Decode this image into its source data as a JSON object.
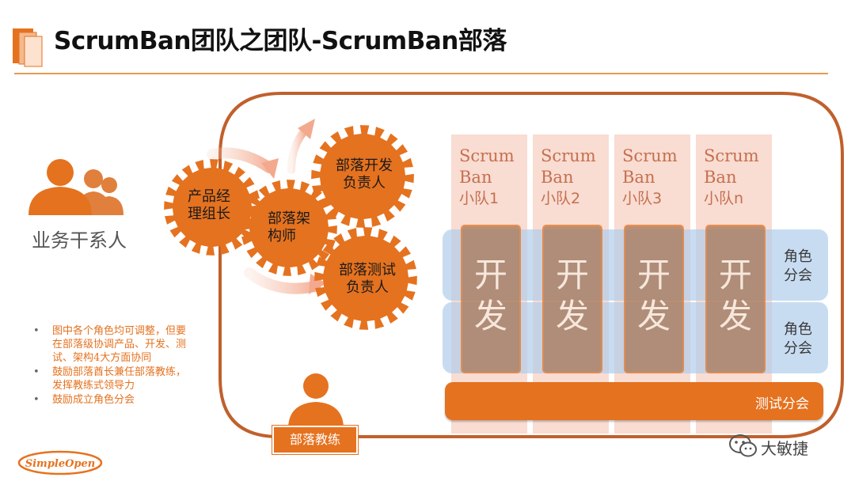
{
  "title": "ScrumBan团队之团队-ScrumBan部落",
  "stakeholders": {
    "label": "业务干系人",
    "icon": "people-group-icon"
  },
  "gears": [
    {
      "id": "product-lead",
      "label_line1": "产品经",
      "label_line2": "理组长"
    },
    {
      "id": "architect",
      "label_line1": "部落架",
      "label_line2": "构师"
    },
    {
      "id": "dev-lead",
      "label_line1": "部落开发",
      "label_line2": "负责人"
    },
    {
      "id": "test-lead",
      "label_line1": "部落测试",
      "label_line2": "负责人"
    }
  ],
  "teams": [
    {
      "line1": "Scrum",
      "line2": "Ban",
      "line3": "小队1",
      "dev1": "开",
      "dev2": "发"
    },
    {
      "line1": "Scrum",
      "line2": "Ban",
      "line3": "小队2",
      "dev1": "开",
      "dev2": "发"
    },
    {
      "line1": "Scrum",
      "line2": "Ban",
      "line3": "小队3",
      "dev1": "开",
      "dev2": "发"
    },
    {
      "line1": "Scrum",
      "line2": "Ban",
      "line3": "小队n",
      "dev1": "开",
      "dev2": "发"
    }
  ],
  "role_groups": [
    {
      "line1": "角色",
      "line2": "分会"
    },
    {
      "line1": "角色",
      "line2": "分会"
    }
  ],
  "test_group": "测试分会",
  "coach": "部落教练",
  "notes": [
    "图中各个角色均可调整，但要在部落级协调产品、开发、测试、架构4大方面协同",
    "鼓励部落酋长兼任部落教练，发挥教练式领导力",
    "鼓励成立角色分会"
  ],
  "logo_text": "SimpleOpen",
  "watermark": "大敏捷",
  "colors": {
    "accent": "#e5721f",
    "band": "#aecbeb",
    "column": "#f8d6ca",
    "gear": "#e5721f"
  }
}
